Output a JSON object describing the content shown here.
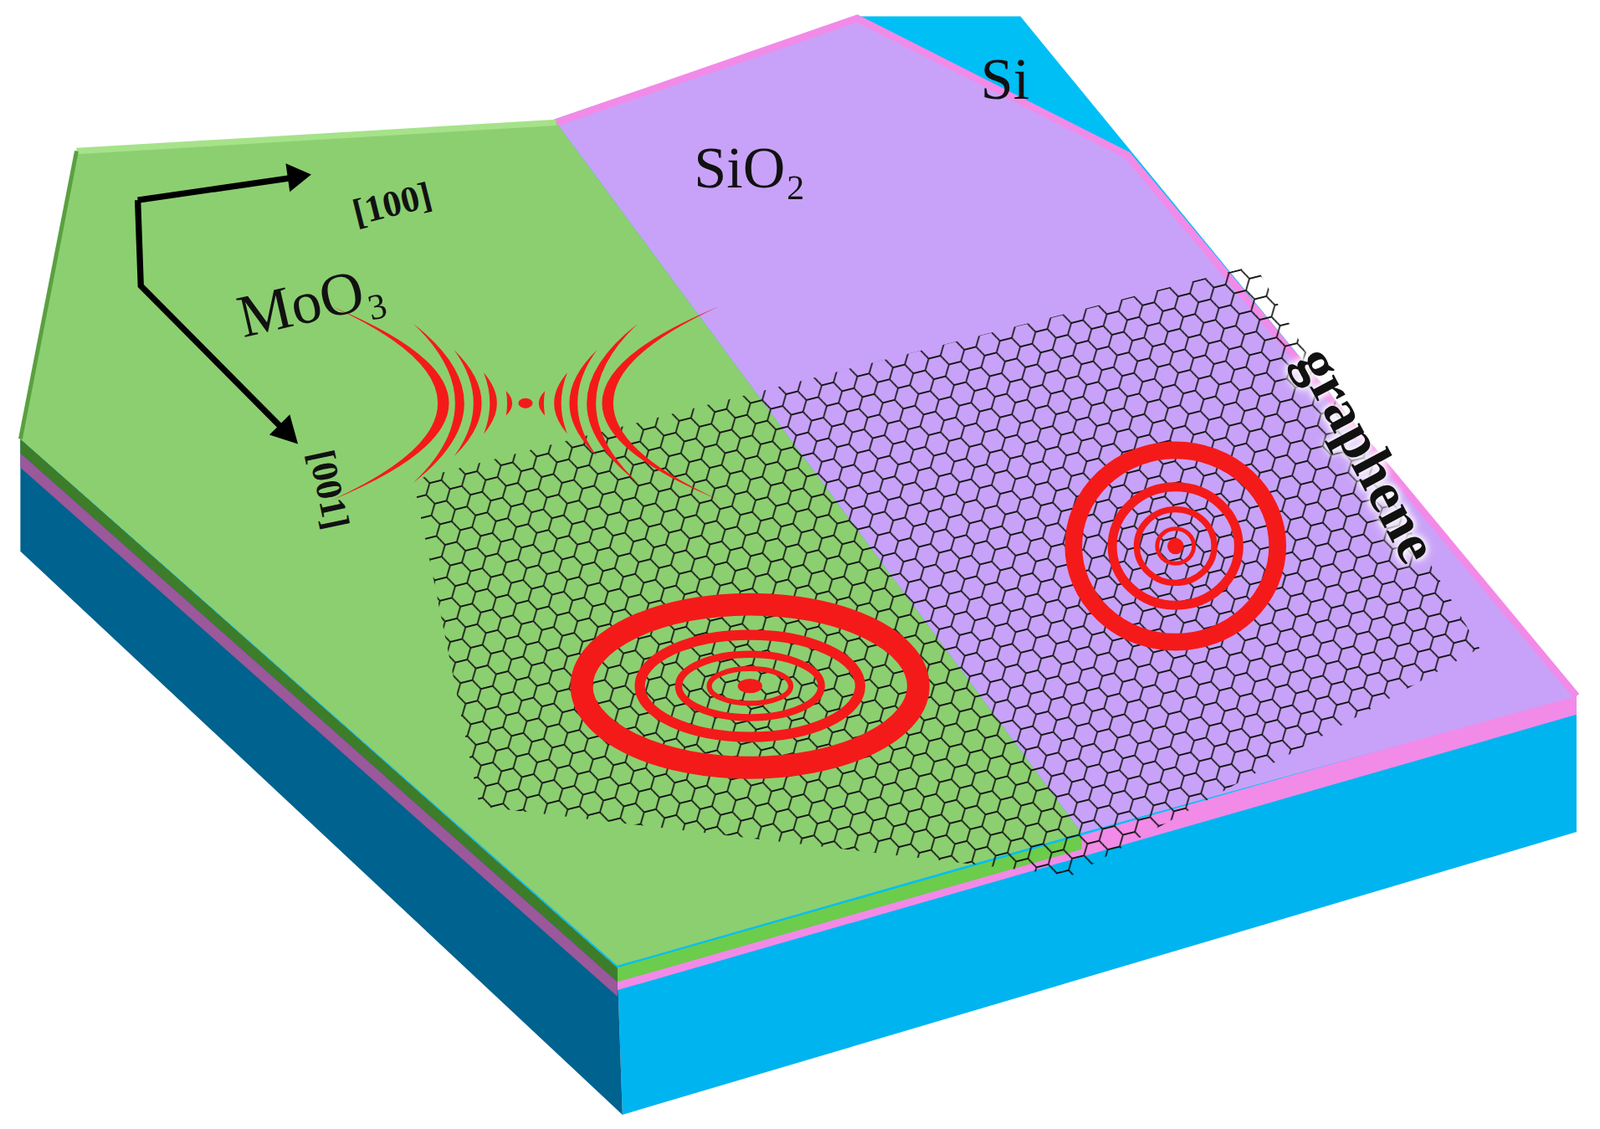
{
  "diagram": {
    "labels": [
      "Si",
      "SiO₂",
      "MoO₃",
      "[100]",
      "[001]",
      "graphene"
    ]
  }
}
